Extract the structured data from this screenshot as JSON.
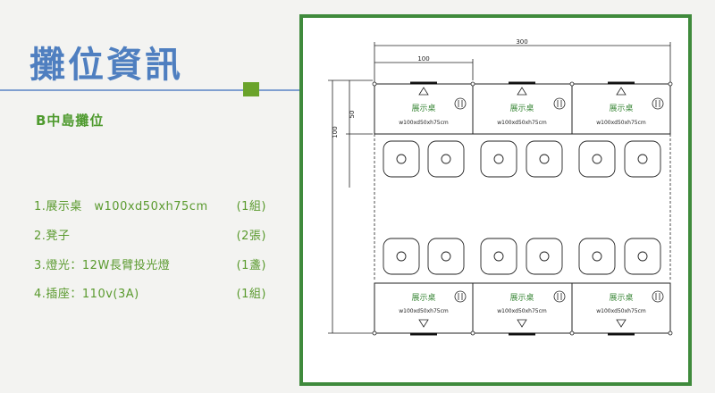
{
  "header": {
    "title": "攤位資訊",
    "subtitle": "B中島攤位"
  },
  "specs": [
    {
      "name": "1.展示桌　w100xd50xh75cm",
      "qty": "(1組)"
    },
    {
      "name": "2.凳子",
      "qty": "(2張)"
    },
    {
      "name": "3.燈光：12W長臂投光燈",
      "qty": "(1盞)"
    },
    {
      "name": "4.插座：110v(3A)",
      "qty": "(1組)"
    }
  ],
  "drawing": {
    "dim_total": "300",
    "dim_table_width": "100",
    "dim_total_depth": "100",
    "dim_table_depth": "50",
    "table_label": "展示桌",
    "table_size": "w100xd50xh75cm",
    "tables_top_count": 3,
    "tables_bottom_count": 3,
    "stools_per_row": 6,
    "colors": {
      "panel_border": "#3f8a3c",
      "table_label": "#3f8a3c",
      "line": "#222222"
    }
  }
}
